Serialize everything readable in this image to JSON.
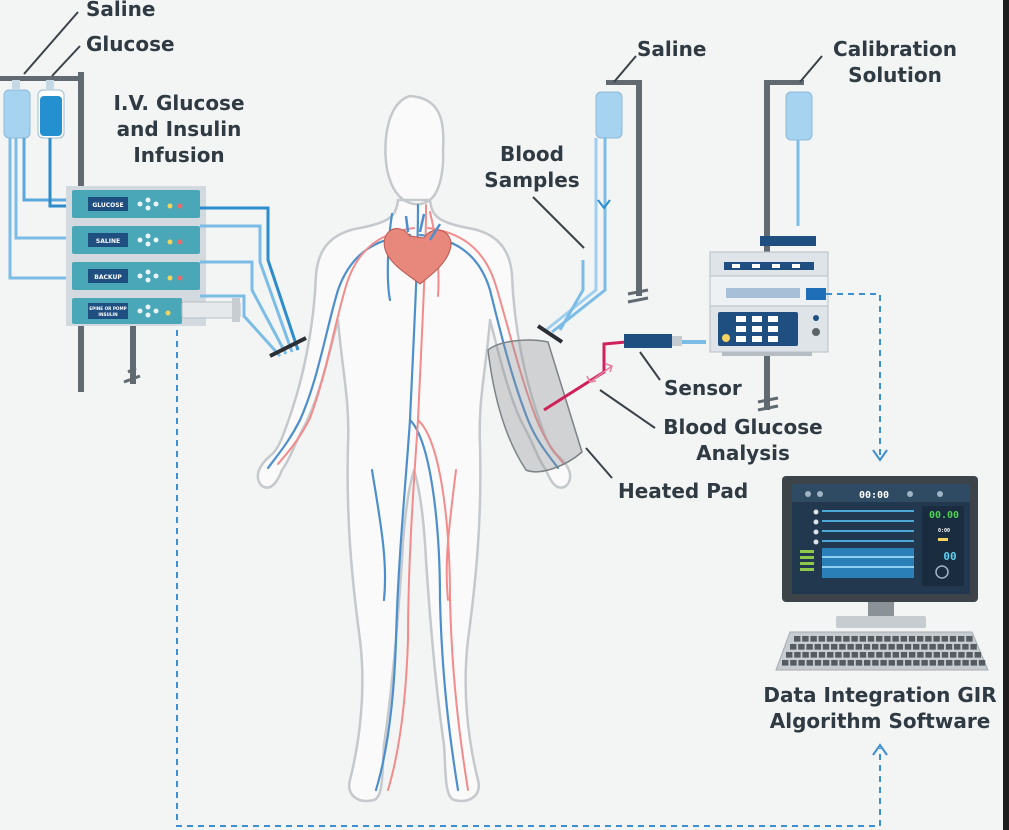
{
  "labels": {
    "saline_left": "Saline",
    "glucose": "Glucose",
    "iv_infusion": [
      "I.V. Glucose",
      "and Insulin",
      "Infusion"
    ],
    "saline_right": "Saline",
    "calibration": [
      "Calibration",
      "Solution"
    ],
    "blood_samples": [
      "Blood",
      "Samples"
    ],
    "sensor": "Sensor",
    "blood_glucose_analysis": [
      "Blood Glucose",
      "Analysis"
    ],
    "heated_pad": "Heated Pad",
    "software": [
      "Data Integration GIR",
      "Algorithm Software"
    ]
  },
  "pumps": {
    "glucose": "GLUCOSE",
    "saline": "SALINE",
    "backup": "BACKUP",
    "bottom_line1": "EPINE OR POMP",
    "bottom_line2": "INSULIN"
  },
  "screen": {
    "clock": "00:00",
    "readout_main": "00.00",
    "readout_small": "0:00",
    "readout_round": "00"
  },
  "colors": {
    "background": "#f3f4f4",
    "text": "#2f3a42",
    "vein": "#4d8fcc",
    "artery": "#f28c8c",
    "tube": "#7bbde6",
    "teal": "#4aa7b8",
    "navy": "#1f4e80",
    "heart": "#e8877c",
    "sensor_line": "#d0215a",
    "dash": "#3d8fcf"
  }
}
